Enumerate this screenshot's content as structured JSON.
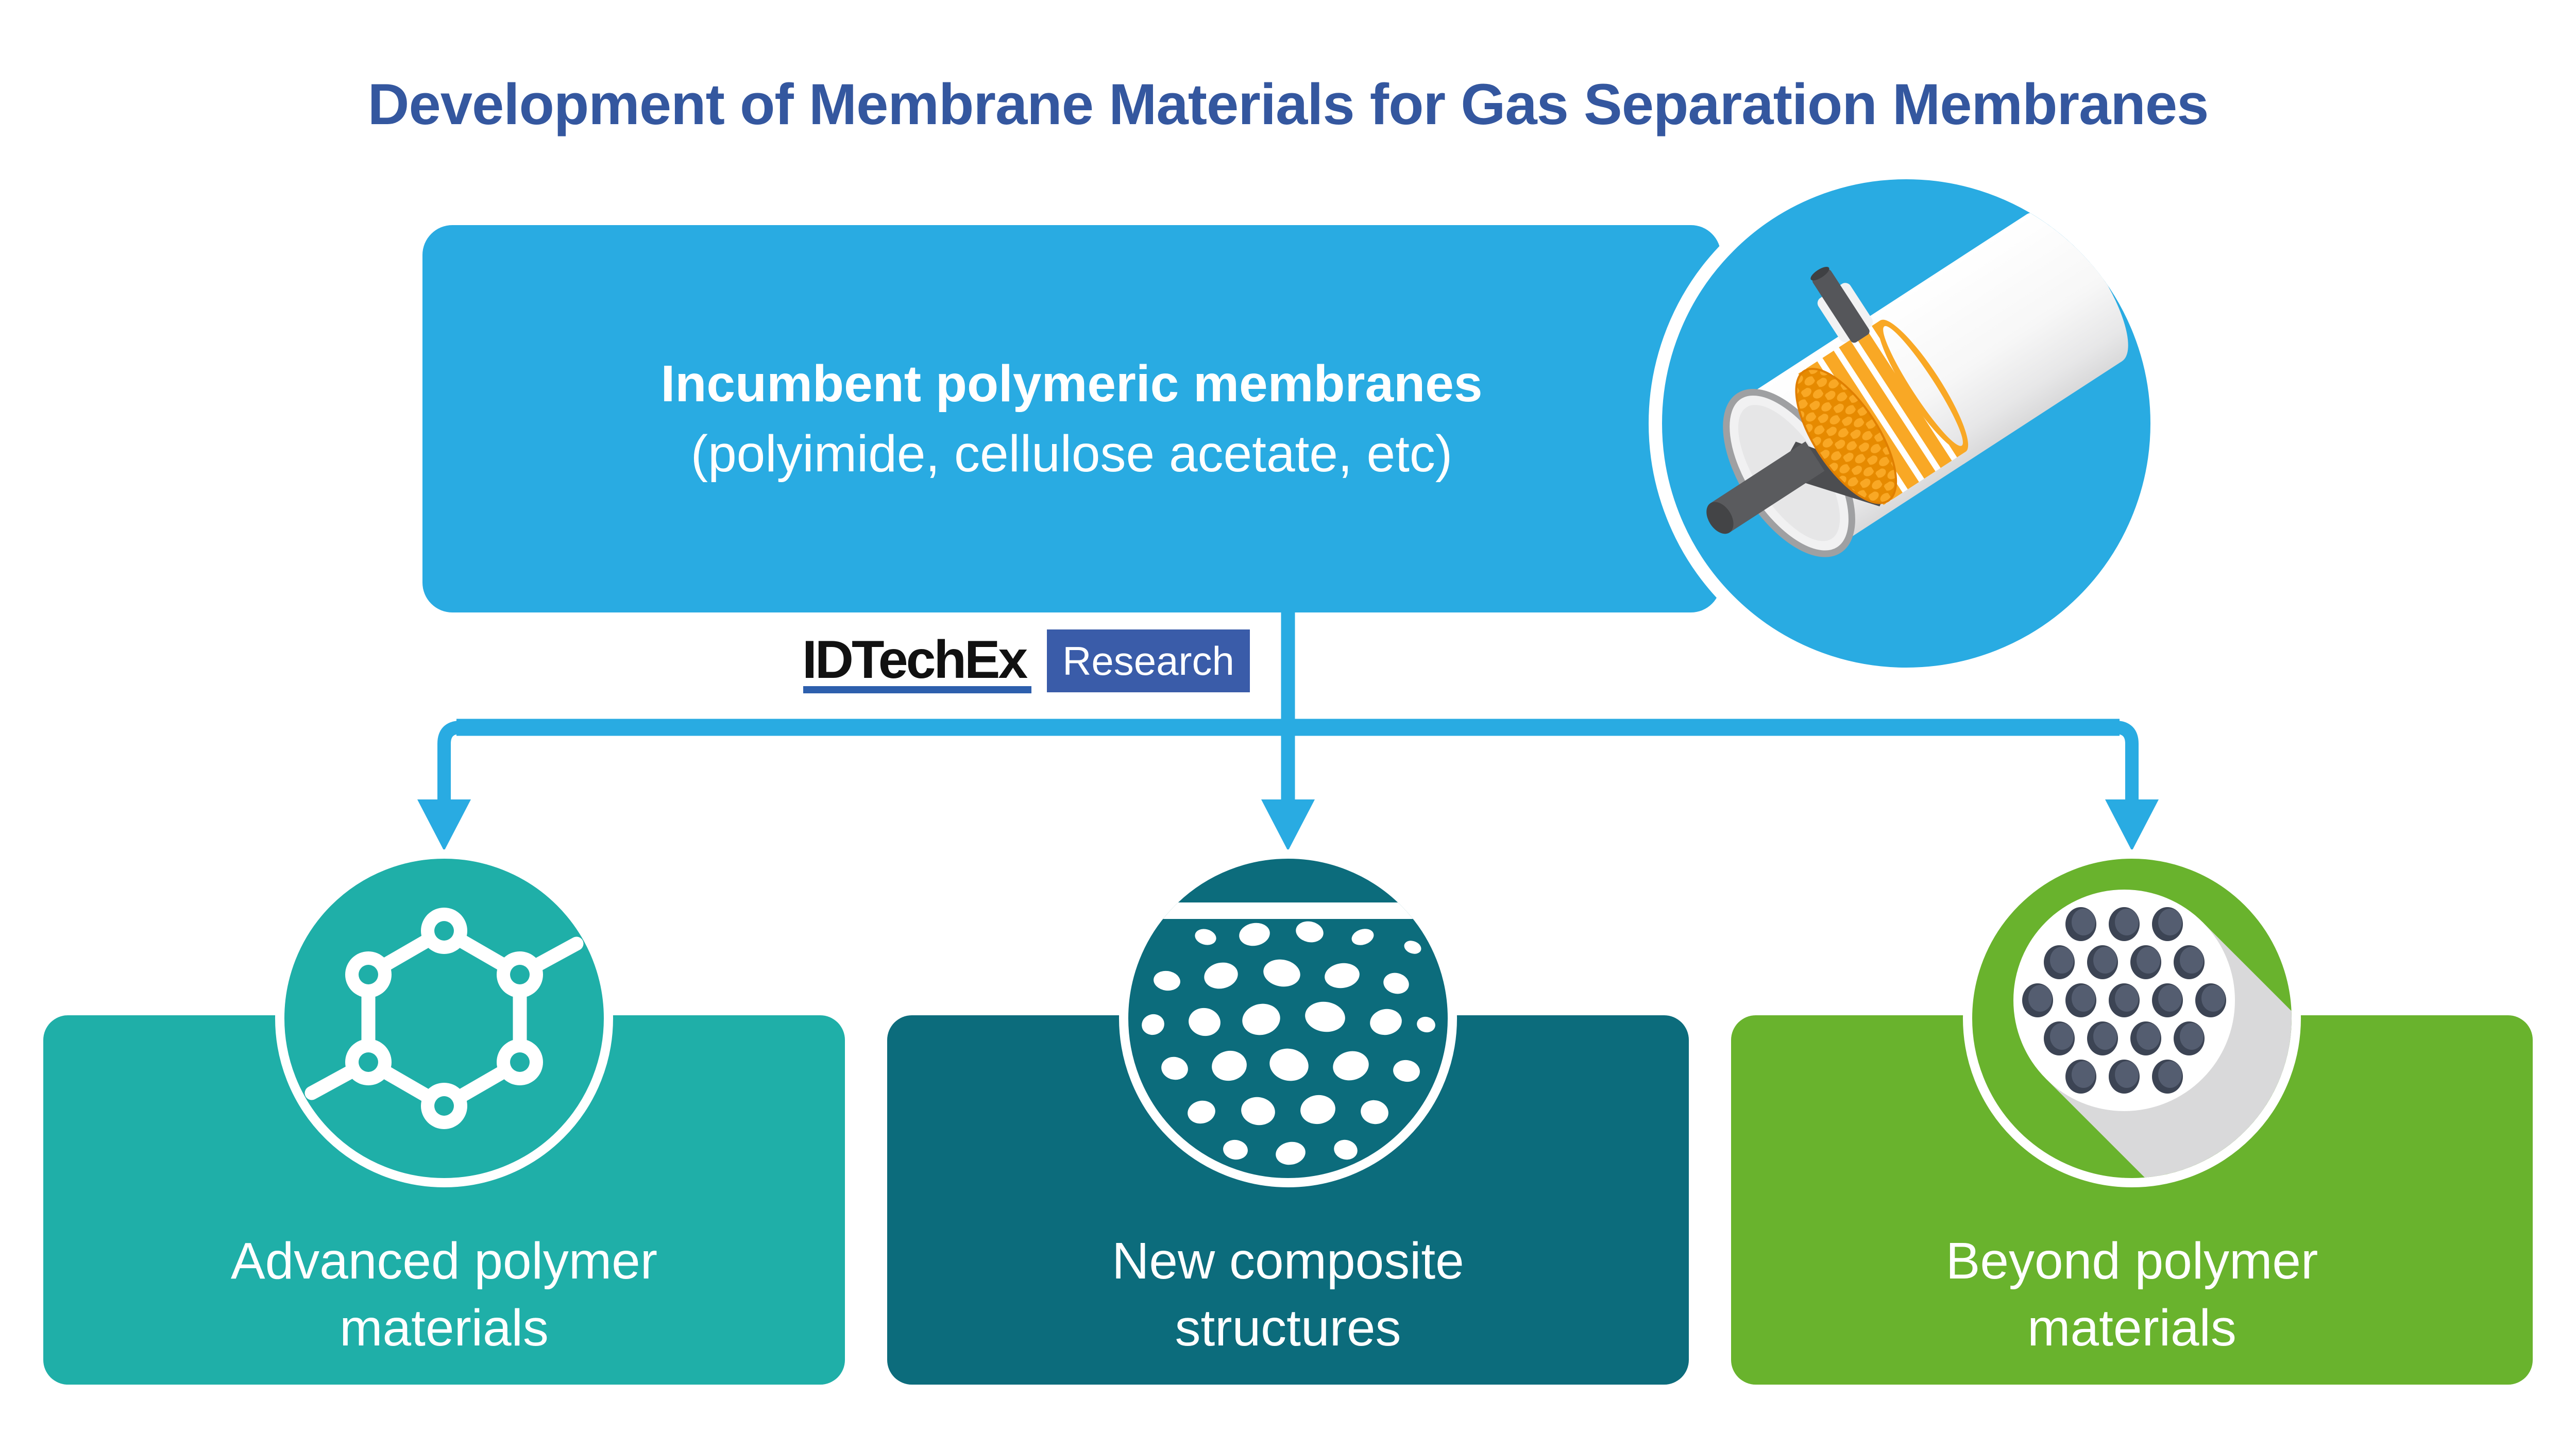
{
  "title": "Development of Membrane Materials for Gas Separation Membranes",
  "root_box": {
    "line1": "Incumbent polymeric membranes",
    "line2": "(polyimide, cellulose acetate, etc)"
  },
  "illustration": {
    "icon": "membrane-module-icon",
    "background_color": "#29ABE2"
  },
  "logo": {
    "brand": "IDTechEx",
    "suffix": "Research",
    "brand_color": "#111111",
    "underline_color": "#2D5FAD",
    "suffix_box_color": "#3A5CA9"
  },
  "connector": {
    "color": "#29ABE2",
    "branch_count": 3
  },
  "branches": [
    {
      "label_lines": [
        "Advanced polymer",
        "materials"
      ],
      "icon": "molecule-hexagon-icon",
      "color": "#1FAFA8"
    },
    {
      "label_lines": [
        "New composite",
        "structures"
      ],
      "icon": "pebble-composite-icon",
      "color": "#0C6C7C"
    },
    {
      "label_lines": [
        "Beyond polymer",
        "materials"
      ],
      "icon": "hollow-fiber-dots-icon",
      "color": "#69B32D"
    }
  ],
  "colors": {
    "title_text": "#34579F",
    "primary_blue": "#29ABE2",
    "teal": "#1FAFA8",
    "dark_teal": "#0C6C7C",
    "green": "#69B32D",
    "membrane_orange": "#F9A825",
    "membrane_orange_dark": "#E68A00",
    "fiber_dot_slate": "#454E60",
    "background": "#FFFFFF"
  }
}
